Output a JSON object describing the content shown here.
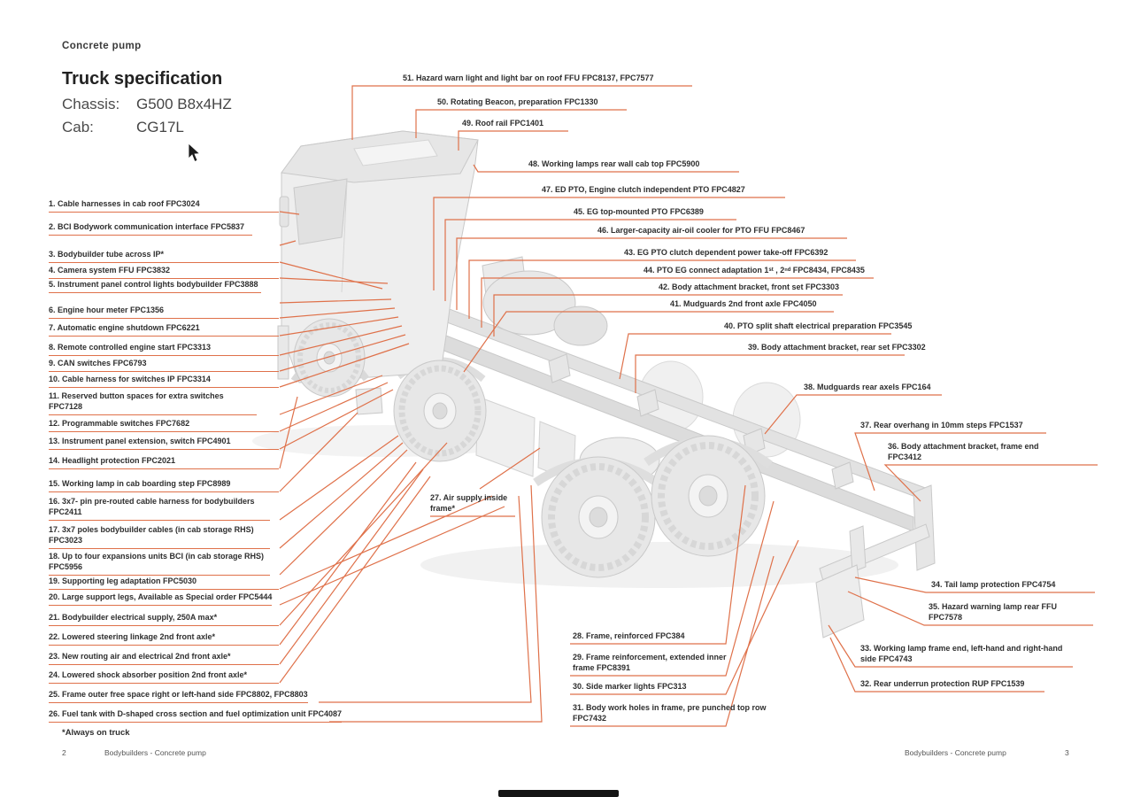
{
  "accent_color": "#df714a",
  "header": {
    "category": "Concrete pump",
    "title": "Truck specification",
    "chassis_label": "Chassis:",
    "chassis_value": "G500 B8x4HZ",
    "cab_label": "Cab:",
    "cab_value": "CG17L"
  },
  "callouts": {
    "left": [
      {
        "text": "1. Cable harnesses in cab roof FPC3024"
      },
      {
        "text": "2. BCI Bodywork communication interface FPC5837"
      },
      {
        "text": "3. Bodybuilder tube across IP*"
      },
      {
        "text": "4. Camera system FFU FPC3832"
      },
      {
        "text": "5. Instrument panel control lights bodybuilder FPC3888"
      },
      {
        "text": "6. Engine hour meter FPC1356"
      },
      {
        "text": "7. Automatic engine shutdown FPC6221"
      },
      {
        "text": "8. Remote controlled engine start FPC3313"
      },
      {
        "text": "9. CAN switches FPC6793"
      },
      {
        "text": "10. Cable harness for switches IP FPC3314"
      },
      {
        "text": "11. Reserved button spaces for extra switches FPC7128"
      },
      {
        "text": "12. Programmable switches FPC7682"
      },
      {
        "text": "13. Instrument panel extension, switch FPC4901"
      },
      {
        "text": "14. Headlight protection FPC2021"
      },
      {
        "text": "15. Working lamp in cab boarding step FPC8989"
      },
      {
        "text": "16. 3x7- pin pre-routed cable harness for bodybuilders FPC2411"
      },
      {
        "text": "17. 3x7 poles bodybuilder cables (in cab storage RHS) FPC3023"
      },
      {
        "text": "18. Up to four expansions units BCI (in cab storage RHS) FPC5956"
      },
      {
        "text": "19. Supporting leg adaptation FPC5030"
      },
      {
        "text": "20. Large support legs, Available as Special order FPC5444"
      },
      {
        "text": "21. Bodybuilder electrical supply,  250A max*"
      },
      {
        "text": "22. Lowered steering linkage  2nd front axle*"
      },
      {
        "text": "23. New routing air and electrical 2nd front axle*"
      },
      {
        "text": "24. Lowered shock absorber position 2nd front axle*"
      },
      {
        "text": "25. Frame outer free space right or left-hand side FPC8802, FPC8803"
      },
      {
        "text": "26. Fuel tank with D-shaped cross section and fuel optimization unit FPC4087"
      }
    ],
    "top": [
      {
        "text": "51. Hazard warn light and light bar on roof FFU FPC8137, FPC7577"
      },
      {
        "text": "50. Rotating Beacon, preparation FPC1330"
      },
      {
        "text": "49. Roof rail FPC1401"
      },
      {
        "text": "48. Working lamps rear wall cab top FPC5900"
      },
      {
        "text": "47. ED PTO, Engine clutch independent PTO FPC4827"
      },
      {
        "text": "45. EG top-mounted PTO FPC6389"
      },
      {
        "text": "46. Larger-capacity air-oil cooler for PTO FFU FPC8467"
      },
      {
        "text": "43. EG PTO clutch dependent power take-off FPC6392"
      },
      {
        "text": "44. PTO EG connect adaptation 1ˢᵗ , 2ⁿᵈ FPC8434, FPC8435"
      },
      {
        "text": "42. Body attachment bracket, front set FPC3303"
      },
      {
        "text": "41. Mudguards 2nd front axle FPC4050"
      },
      {
        "text": "40. PTO split shaft electrical preparation FPC3545"
      },
      {
        "text": "39. Body attachment bracket, rear set FPC3302"
      },
      {
        "text": "38. Mudguards rear axels FPC164"
      },
      {
        "text": "37. Rear overhang in 10mm steps FPC1537"
      },
      {
        "text": "36. Body attachment bracket, frame end FPC3412"
      }
    ],
    "right": [
      {
        "text": "34. Tail lamp protection FPC4754"
      },
      {
        "text": "35. Hazard warning lamp rear FFU FPC7578"
      },
      {
        "text": "33. Working lamp frame end, left-hand and right-hand side FPC4743"
      },
      {
        "text": "32. Rear underrun protection RUP FPC1539"
      }
    ],
    "middle": [
      {
        "text": "27. Air supply inside frame*"
      }
    ],
    "bottom": [
      {
        "text": "28. Frame, reinforced FPC384"
      },
      {
        "text": "29. Frame reinforcement, extended inner frame FPC8391"
      },
      {
        "text": "30. Side marker lights FPC313"
      },
      {
        "text": "31. Body work holes in frame, pre punched top row FPC7432"
      }
    ]
  },
  "footnote": "*Always on truck",
  "footer": {
    "left_page": "2",
    "left_text": "Bodybuilders - Concrete pump",
    "right_text": "Bodybuilders - Concrete pump",
    "right_page": "3"
  }
}
